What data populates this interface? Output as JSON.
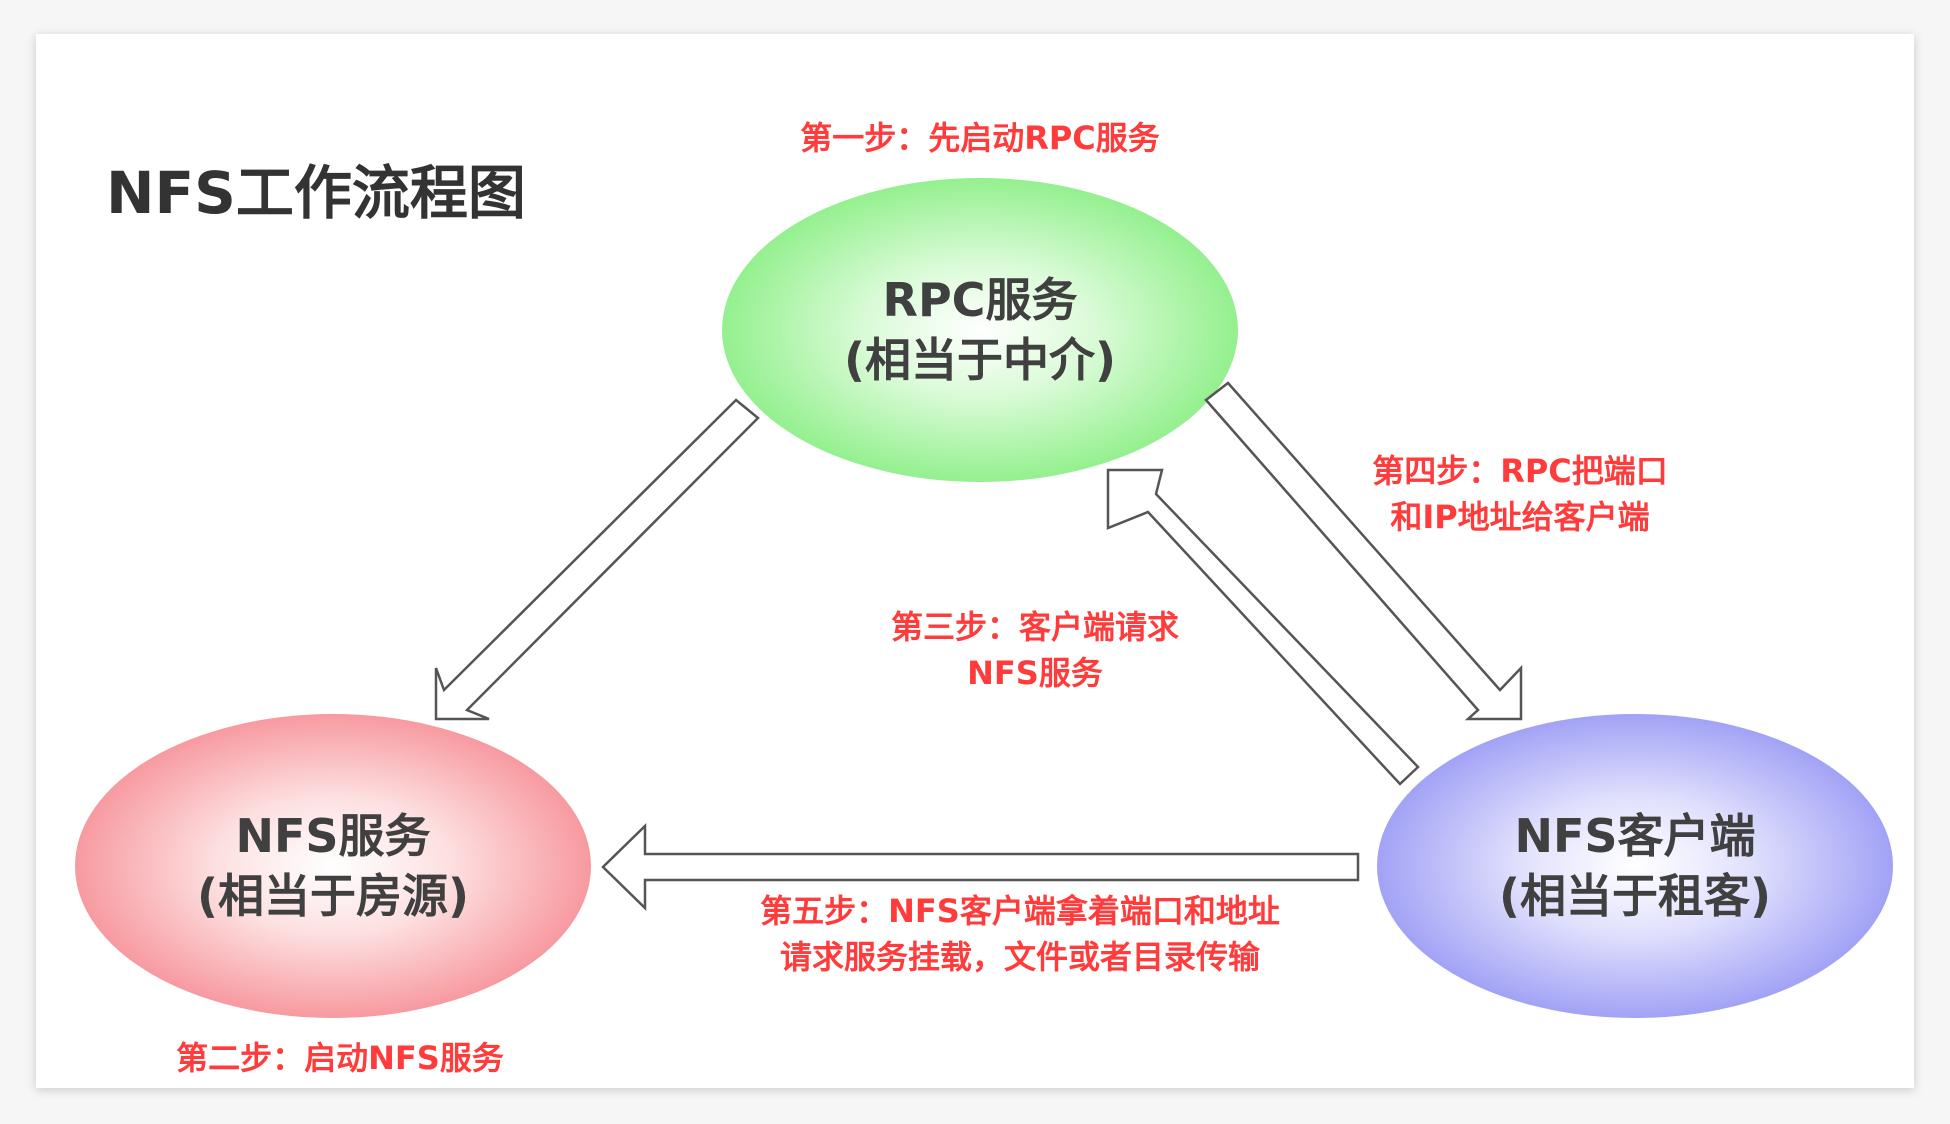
{
  "title": "NFS工作流程图",
  "nodes": {
    "rpc": {
      "line1": "RPC服务",
      "line2": "(相当于中介)"
    },
    "nfs_server": {
      "line1": "NFS服务",
      "line2": "(相当于房源)"
    },
    "nfs_client": {
      "line1": "NFS客户端",
      "line2": "(相当于租客)"
    }
  },
  "steps": {
    "step1": {
      "line1": "第一步：先启动RPC服务"
    },
    "step2": {
      "line1": "第二步：启动NFS服务"
    },
    "step3": {
      "line1": "第三步：客户端请求",
      "line2": "NFS服务"
    },
    "step4": {
      "line1": "第四步：RPC把端口",
      "line2": "和IP地址给客户端"
    },
    "step5": {
      "line1": "第五步：NFS客户端拿着端口和地址",
      "line2": "请求服务挂载，文件或者目录传输"
    }
  },
  "colors": {
    "rpc": "#9ff59c",
    "nfs_server": "#f9a3a8",
    "nfs_client": "#a9a9f8",
    "step_text": "#ff3b3b",
    "node_text": "#404040"
  }
}
